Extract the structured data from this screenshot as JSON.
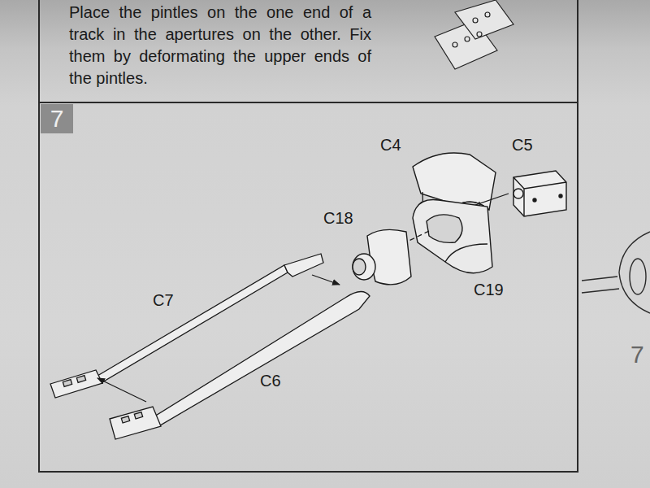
{
  "diagram": {
    "nodes": [
      {
        "text": [
          "7"
        ]
      }
    ],
    "labels": [
      "Place the pintles on the one end of a track in the apertures on the other. Fix them by deformating the upper ends of the pintles.",
      "C4",
      "C5",
      "C18",
      "C19",
      "C7",
      "C6",
      "7"
    ]
  }
}
